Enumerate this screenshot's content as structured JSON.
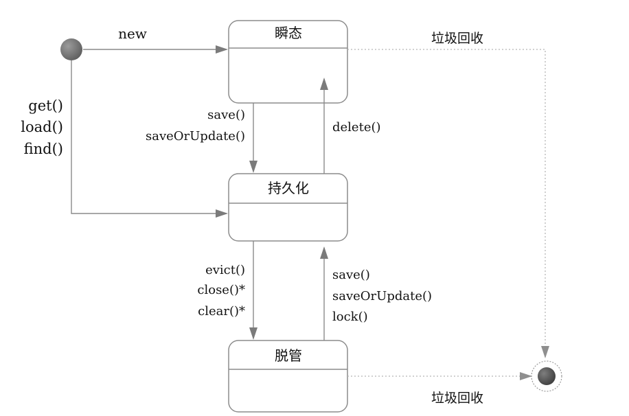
{
  "states": {
    "transient": "瞬态",
    "persistent": "持久化",
    "detached": "脱管"
  },
  "transitions": {
    "new": "new",
    "get": "get()",
    "load": "load()",
    "find": "find()",
    "save_1": "save()",
    "save_or_update_1": "saveOrUpdate()",
    "delete": "delete()",
    "evict": "evict()",
    "close": "close()*",
    "clear": "clear()*",
    "save_2": "save()",
    "save_or_update_2": "saveOrUpdate()",
    "lock": "lock()",
    "gc_top": "垃圾回收",
    "gc_bottom": "垃圾回收"
  },
  "colors": {
    "line": "#8a8a8a",
    "state_border": "#8c8c8c",
    "dotted": "#b5b5b5",
    "start_node": "#7f7f7f",
    "end_node": "#5e5e5e"
  }
}
